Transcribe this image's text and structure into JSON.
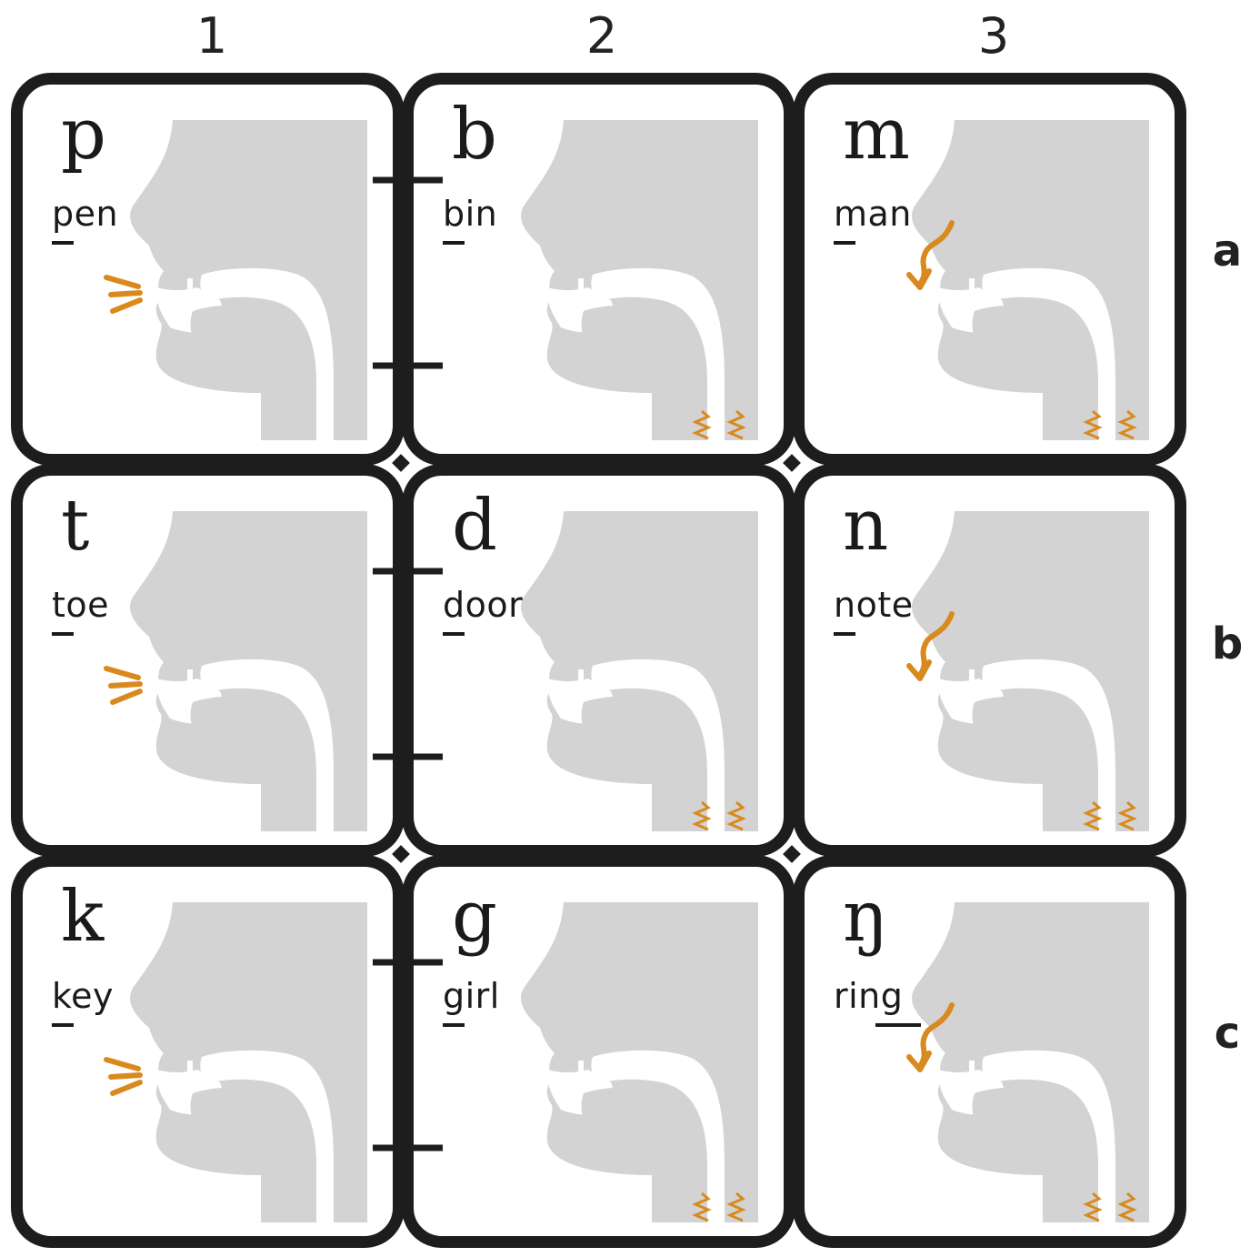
{
  "columns": [
    "1",
    "2",
    "3"
  ],
  "rows": [
    "a",
    "b",
    "c"
  ],
  "colors": {
    "outline": "#1d1d1d",
    "head": "#d3d3d3",
    "accent": "#d98a1e"
  },
  "cells": [
    {
      "id": "a1",
      "symbol": "p",
      "word": "pen",
      "marker": "burst",
      "voiced": false
    },
    {
      "id": "a2",
      "symbol": "b",
      "word": "bin",
      "marker": "none",
      "voiced": true
    },
    {
      "id": "a3",
      "symbol": "m",
      "word": "man",
      "marker": "nasal-arrow",
      "voiced": true
    },
    {
      "id": "b1",
      "symbol": "t",
      "word": "toe",
      "marker": "burst",
      "voiced": false
    },
    {
      "id": "b2",
      "symbol": "d",
      "word": "door",
      "marker": "none",
      "voiced": true
    },
    {
      "id": "b3",
      "symbol": "n",
      "word": "note",
      "marker": "nasal-arrow",
      "voiced": true
    },
    {
      "id": "c1",
      "symbol": "k",
      "word": "key",
      "marker": "burst",
      "voiced": false
    },
    {
      "id": "c2",
      "symbol": "g",
      "word": "girl",
      "marker": "none",
      "voiced": true
    },
    {
      "id": "c3",
      "symbol": "ŋ",
      "word": "ring",
      "marker": "nasal-arrow",
      "voiced": true
    }
  ]
}
